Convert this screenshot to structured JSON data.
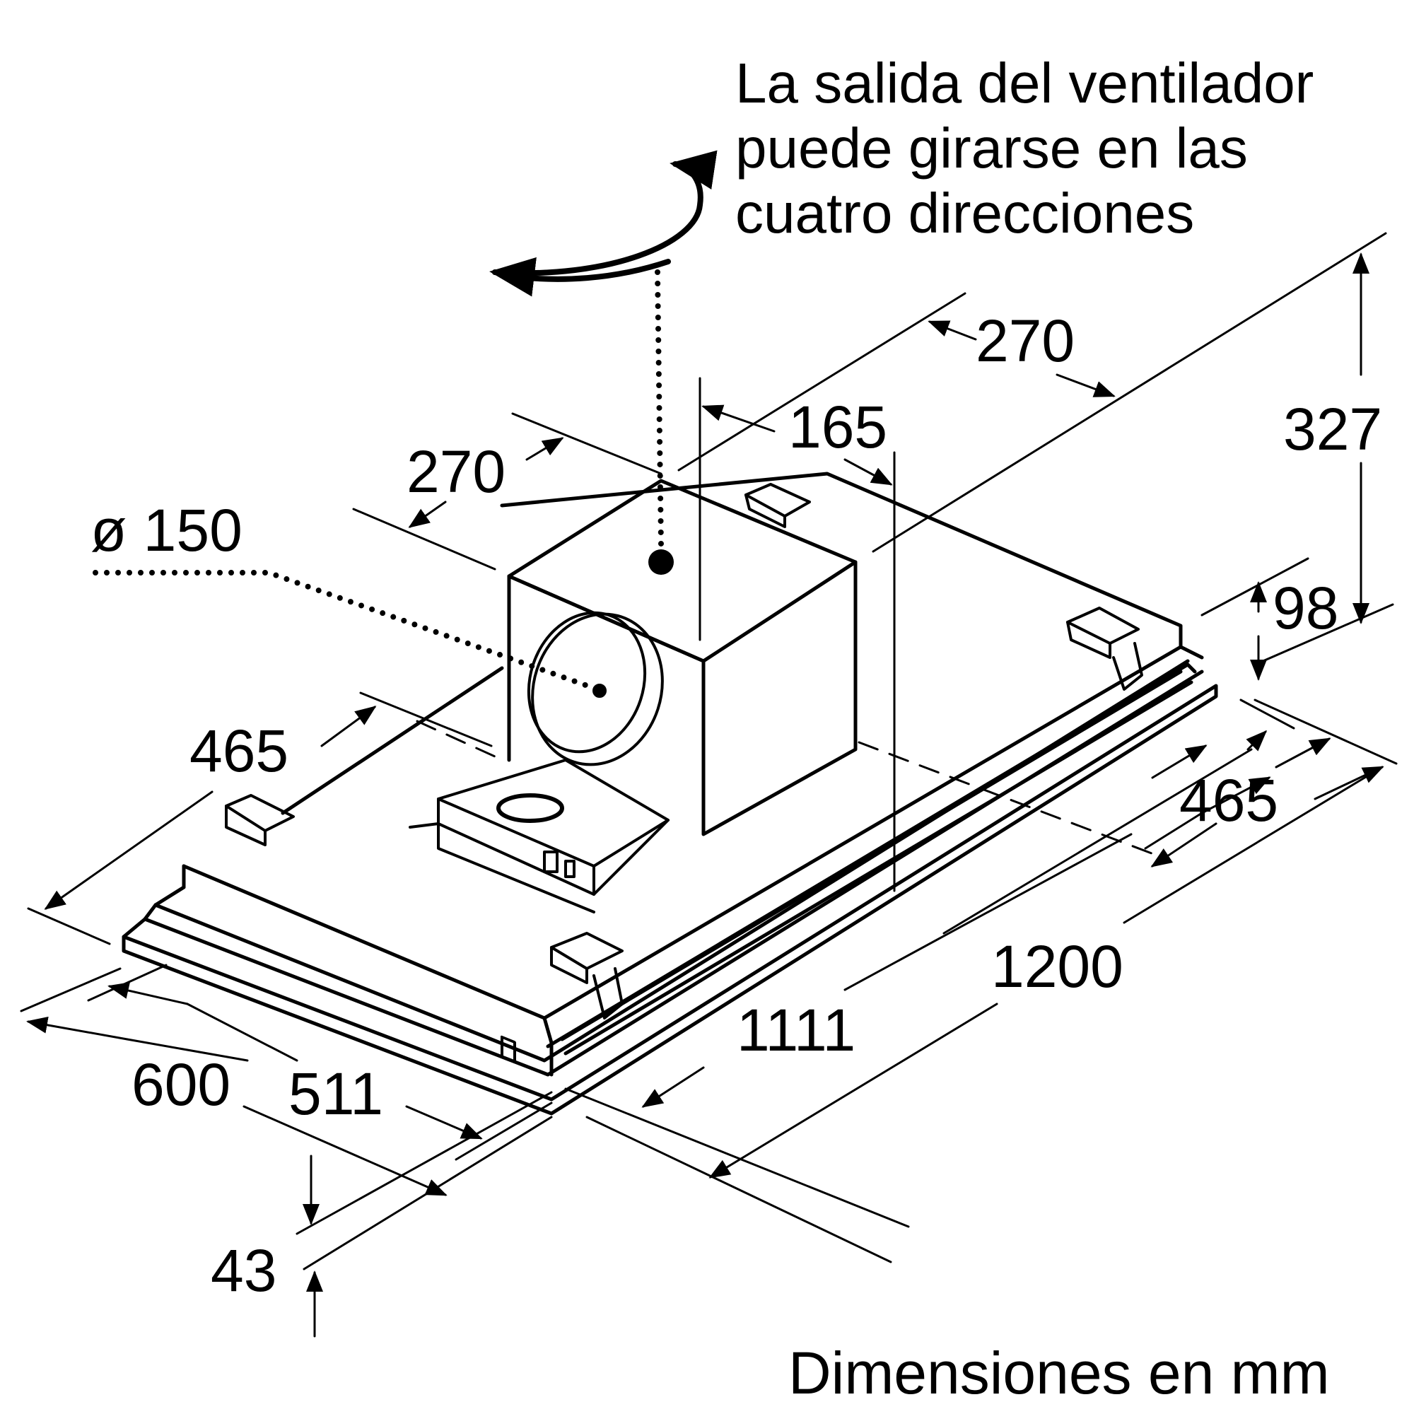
{
  "note": {
    "lines": [
      "La salida del ventilador",
      "puede girarse en las",
      "cuatro direcciones"
    ]
  },
  "footer": "Dimensiones en mm",
  "dimensions": {
    "top_depth": "270",
    "top_offset": "165",
    "box_width": "270",
    "outlet_diameter": "ø 150",
    "height_total": "327",
    "height_body": "98",
    "depth_left": "465",
    "depth_right": "465",
    "length_outer": "1200",
    "length_inner": "1111",
    "width_outer": "600",
    "width_inner": "511",
    "frame_thickness": "43"
  },
  "icons": {
    "rotation_arrow": "rotate-arrow-icon",
    "outlet": "air-outlet-icon",
    "control_panel": "control-panel-icon"
  },
  "colors": {
    "line": "#000000",
    "background": "#ffffff"
  }
}
